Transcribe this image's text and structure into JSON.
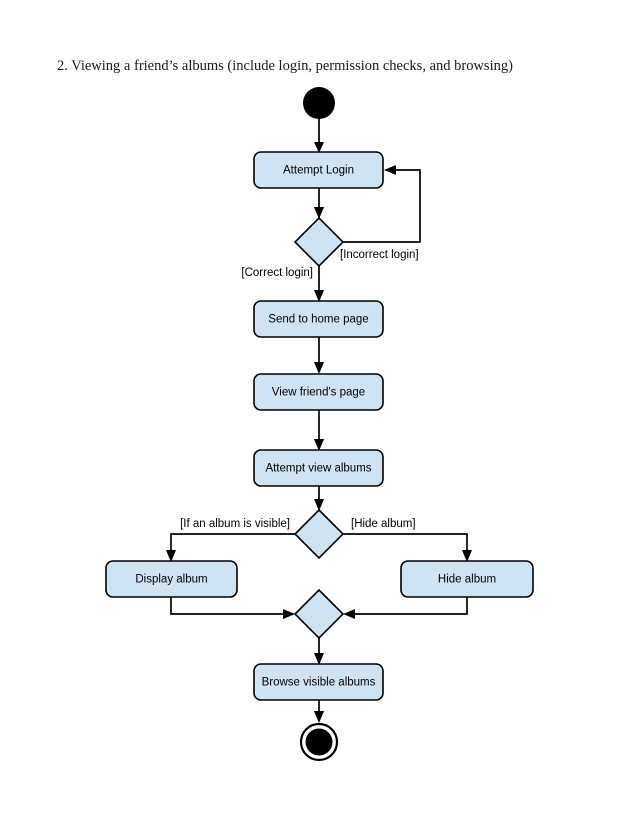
{
  "caption": {
    "text": "2. Viewing a friend’s albums (include login, permission checks, and browsing)"
  },
  "diagram": {
    "type": "uml-activity-diagram",
    "colors": {
      "activity_fill": "#cfe3f2",
      "stroke": "#000000",
      "background": "#ffffff"
    },
    "nodes": {
      "start": {
        "kind": "initial-node",
        "label": ""
      },
      "attempt_login": {
        "kind": "activity",
        "label": "Attempt Login"
      },
      "login_decision": {
        "kind": "decision",
        "label": ""
      },
      "send_home": {
        "kind": "activity",
        "label": "Send to home page"
      },
      "view_friend_page": {
        "kind": "activity",
        "label": "View friend's page"
      },
      "attempt_view_albums": {
        "kind": "activity",
        "label": "Attempt view albums"
      },
      "visibility_decision": {
        "kind": "decision",
        "label": ""
      },
      "display_album": {
        "kind": "activity",
        "label": "Display album"
      },
      "hide_album": {
        "kind": "activity",
        "label": "Hide album"
      },
      "merge": {
        "kind": "merge",
        "label": ""
      },
      "browse_albums": {
        "kind": "activity",
        "label": "Browse visible albums"
      },
      "end": {
        "kind": "final-node",
        "label": ""
      }
    },
    "guards": {
      "incorrect_login": "[Incorrect login]",
      "correct_login": "[Correct login]",
      "album_visible": "[If an album is visible]",
      "hide_album": "[Hide album]"
    }
  }
}
